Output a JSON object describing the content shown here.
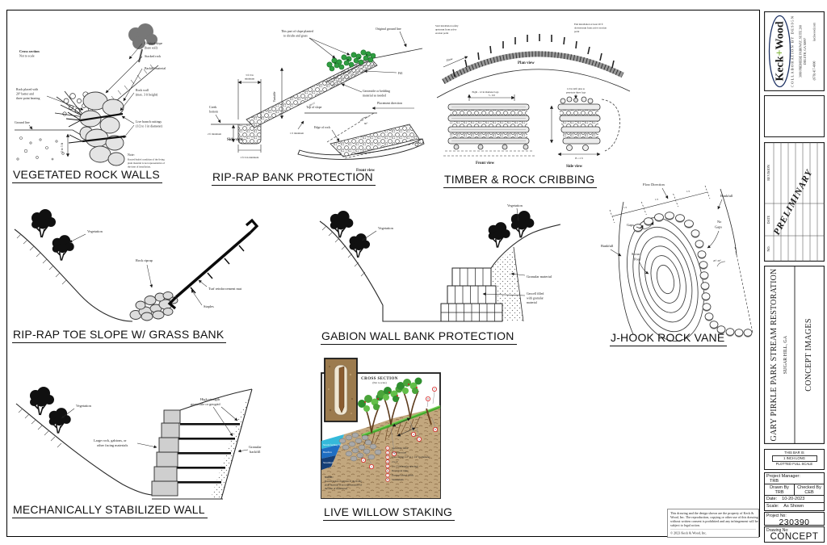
{
  "titleblock": {
    "logo_part1": "Keck",
    "logo_plus": "+",
    "logo_part2": "Wood",
    "tagline": "COLLABORATION BY DESIGN",
    "address_line1": "3090 PREMIERE PARKWAY, SUITE 200",
    "address_line2": "DULUTH, GA 30097",
    "phone": "(678) 417-4000",
    "website": "keckwood.com",
    "revision_col_no": "NO.",
    "revision_col_date": "DATE",
    "revision_col_revision": "REVISION",
    "preliminary_stamp": "PRELIMINARY",
    "project_title": "GARY PIRKLE PARK STREAM RESTORATION",
    "project_location": "SUGAR HILL, GA",
    "sheet_title": "CONCEPT IMAGES",
    "scale_bar_line1": "THIS BAR IS",
    "scale_bar_line2": "1 INCH LONG",
    "scale_bar_line3": "PLOTTED FULL SCALE",
    "project_manager_label": "Project Manager:",
    "project_manager": "TRB",
    "drawn_by_label": "Drawn By",
    "drawn_by": "TRB",
    "checked_by_label": "Checked By",
    "checked_by": "CEB",
    "date_label": "Date:",
    "date": "10-20-2023",
    "scale_label": "Scale:",
    "scale": "As Shown",
    "project_no_label": "Project No:",
    "project_no": "230390",
    "drawing_no_label": "Drawing No:",
    "drawing_no": "CONCEPT"
  },
  "copyright": {
    "line1": "This drawing and the design shown are the property of Keck &",
    "line2": "Wood, Inc. The reproduction, copying or other use of this drawing",
    "line3": "without written consent is prohibited and any infringement will be",
    "line4": "subject to legal action.",
    "line5": "©  2023 Keck & Wood, Inc."
  },
  "diagrams": {
    "d1": {
      "title": "VEGETATED ROCK WALLS",
      "heading": "Cross section",
      "sub": "Not to scale",
      "l1a": "Original slope",
      "l1b": "(bare soil)",
      "l2": "Stacked rock",
      "l3": "Backfill material",
      "l4a": "Rock wall",
      "l4b": "(max. 3 ft height)",
      "l5a": "Live branch cuttings",
      "l5b": "(1/2 to 1 in diameter)",
      "l6a": "Rock placed with",
      "l6b": "20° batter and",
      "l6c": "three point bearing",
      "l7": "Ground line",
      "dim": "2 to 3 ft",
      "n0": "Note:",
      "n1": "Rooted/leafed condition of the living",
      "n2": "plant material is not representative of",
      "n3": "the time of installation."
    },
    "d2": {
      "title": "RIP-RAP BANK PROTECTION",
      "p1": "This part of slope planted",
      "p2": "to shrubs and grass",
      "og": "Original ground line",
      "fill": "Fill",
      "g1": "Geotextile or bedding",
      "g2": "material as needed",
      "c1": "Creek",
      "c2": "bottom",
      "varb": "Variable",
      "dt1": "3 ft 0 in",
      "dt2": "minimum",
      "dl": "2 ft minimum",
      "db": "2 ft 6 in minimum",
      "dm": "1 ft minimum",
      "slope": "2H:1V",
      "sv": "Side view",
      "ts": "Top of slope",
      "pd": "Placement direction",
      "er": "Edge of rock",
      "ang": "60°",
      "fv": "Front view"
    },
    "d3": {
      "title": "TIMBER & ROCK CRIBBING",
      "s1": "Start installation safely",
      "s2": "upstream from active",
      "s3": "erosion point",
      "e1": "End installation at least 20 ft",
      "e2": "downstream from active erosion",
      "e3": "point",
      "pv": "Plan view",
      "flow": "Flow",
      "logs": "Eight - 12 in diameter logs",
      "dim1": "5 - 6 ft",
      "p1": "1/2 in drift pins to",
      "p2": "penetrate three logs",
      "fv": "Front view",
      "sv": "Side view",
      "dim2": "B = 2 ft"
    },
    "d4": {
      "title": "RIP-RAP TOE SLOPE W/ GRASS BANK",
      "veg": "Vegetation",
      "rr": "Rock riprap",
      "turf": "Turf reinforcement mat",
      "st": "Staples"
    },
    "d5": {
      "title": "GABION WALL BANK PROTECTION",
      "veg": "Vegetation",
      "gm": "Granular material",
      "gc1": "Geocell filled",
      "gc2": "with granular",
      "gc3": "material"
    },
    "d6": {
      "title": "J-HOOK ROCK VANE",
      "fd": "Flow Direction",
      "third": "1/3",
      "bf": "Bankfull",
      "gaps": "Gaps",
      "ng1": "No",
      "ng2": "Gaps",
      "sp1": "Scour",
      "sp2": "Pool",
      "ang": "20°-30°"
    },
    "d7": {
      "title": "MECHANICALLY STABILIZED WALL",
      "veg": "Vegetation",
      "f1": "Large rock, gabions, or",
      "f2": "other facing materials",
      "g1": "High strength",
      "g2": "geotextile or geogrid",
      "b1": "Granular",
      "b2": "backfill"
    },
    "d8": {
      "title": "LIVE WILLOW STAKING",
      "heading": "CROSS SECTION",
      "sub": "(Not to scale)",
      "w1": "Stream forming flow",
      "w2": "Baseflow",
      "w3": "Streambed",
      "legend_numbers": [
        "1",
        "2",
        "3",
        "4",
        "5",
        "6",
        "7",
        "8"
      ],
      "legend": [
        "Geotextile fabric",
        "Toe protection",
        "Live cutting 1/2\" to 1 1/2\" in diameter",
        "2 to 3'",
        "2 to 3' (triangular spacing)",
        "Dead stout stake",
        "Erosion control fabric",
        "Streambank"
      ],
      "n0": "NOTE:",
      "n1": "Rooted/leafed condition of the living",
      "n2": "plant material is not representative of",
      "n3": "the time of installation."
    }
  }
}
